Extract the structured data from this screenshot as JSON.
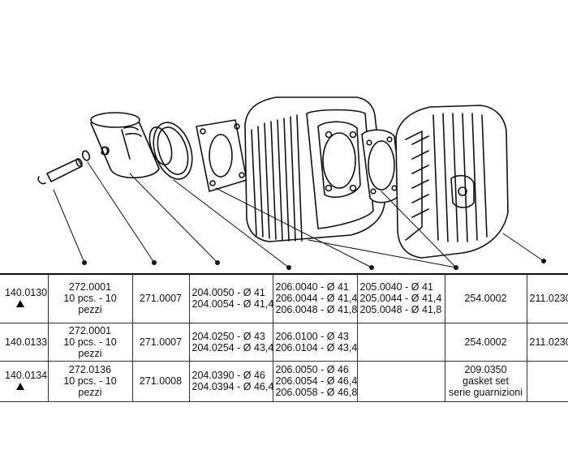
{
  "diagram": {
    "icons": [
      "piston-pin",
      "circlip",
      "piston",
      "piston-ring",
      "base-gasket",
      "cylinder",
      "head-gasket",
      "cylinder-head"
    ]
  },
  "table": {
    "rows": [
      {
        "code": "140.0130",
        "marker": "triangle",
        "pin": "272.0001",
        "pin_note": "10 pcs. - 10 pezzi",
        "clip": "271.0007",
        "piston": [
          "204.0050 - Ø 41",
          "204.0054 - Ø 41,4"
        ],
        "ring": [
          "206.0040 - Ø 41",
          "206.0044 - Ø 41,4",
          "206.0048 - Ø 41,8"
        ],
        "base_gasket": [
          "205.0040 - Ø 41",
          "205.0044 - Ø 41,4",
          "205.0048 - Ø 41,8"
        ],
        "gasket": [
          "254.0002"
        ],
        "last": "211.0230"
      },
      {
        "code": "140.0133",
        "marker": "",
        "pin": "272.0001",
        "pin_note": "10 pcs. - 10 pezzi",
        "clip": "271.0007",
        "piston": [
          "204.0250 - Ø 43",
          "204.0254 - Ø 43,4"
        ],
        "ring": [
          "206.0100 - Ø 43",
          "206.0104 - Ø 43,4"
        ],
        "base_gasket": [],
        "gasket": [
          "254.0002"
        ],
        "last": "211.0230"
      },
      {
        "code": "140.0134",
        "marker": "triangle",
        "pin": "272.0136",
        "pin_note": "10 pcs. - 10 pezzi",
        "clip": "271.0008",
        "piston": [
          "204.0390 - Ø 46",
          "204.0394 - Ø 46,4"
        ],
        "ring": [
          "206.0050 - Ø 46",
          "206.0054 - Ø 46,4",
          "206.0058 - Ø 46,8"
        ],
        "base_gasket": [],
        "gasket": [
          "209.0350",
          "gasket set",
          "serie guarnizioni"
        ],
        "last": ""
      }
    ]
  }
}
